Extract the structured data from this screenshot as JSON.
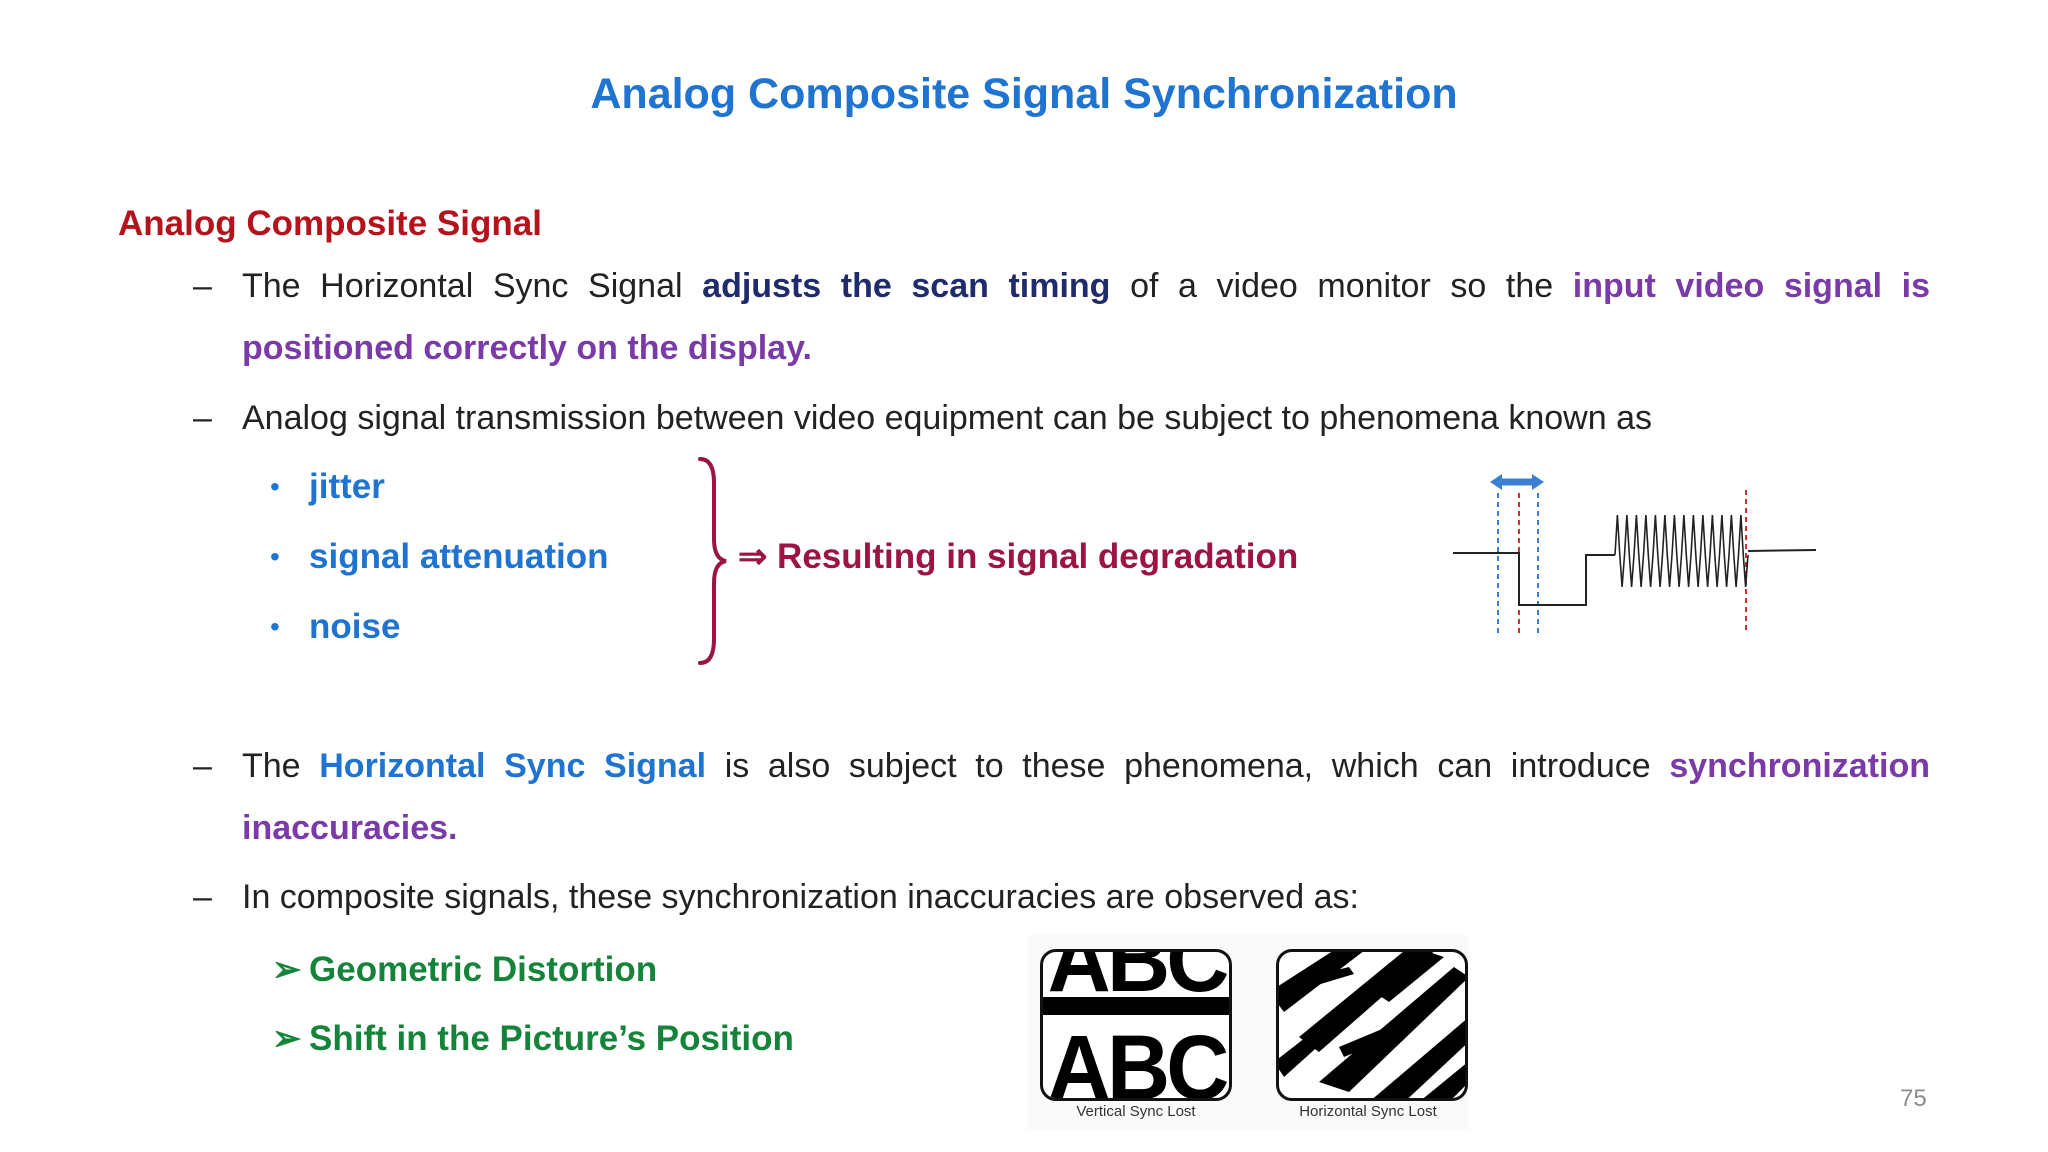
{
  "title": "Analog Composite Signal Synchronization",
  "section_heading": "Analog Composite Signal",
  "dash_symbol": "–",
  "item1": {
    "t1": "The Horizontal Sync Signal",
    "t2": "adjusts the scan timing",
    "t3": "of a video monitor so the",
    "t4": "input video signal is",
    "t5": "positioned correctly on the display."
  },
  "item2": "Analog signal transmission between video equipment  can be subject to phenomena known as",
  "bullet_symbol": "•",
  "phenomena": [
    "jitter",
    "signal attenuation",
    "noise"
  ],
  "result": "⇒  Resulting in signal degradation",
  "item3": {
    "t1": "The",
    "t2": "Horizontal Sync Signal",
    "t3": "is also subject to these phenomena, which can introduce",
    "t4": "synchronization",
    "t5": "inaccuracies."
  },
  "item4": "In composite signals, these synchronization inaccuracies are observed as:",
  "arrow_symbol": "➢",
  "observations": [
    "Geometric Distortion",
    "Shift in the Picture’s Position"
  ],
  "figure": {
    "vertical_text": "ABC",
    "vertical_caption": "Vertical Sync Lost",
    "horizontal_caption": "Horizontal Sync Lost"
  },
  "page_number": "75",
  "colors": {
    "title": "#1f73d1",
    "section": "#b5121b",
    "navy": "#1f2c6b",
    "purple": "#7a3aa8",
    "blue": "#1f73d1",
    "green": "#15843a",
    "result": "#9c1440"
  }
}
